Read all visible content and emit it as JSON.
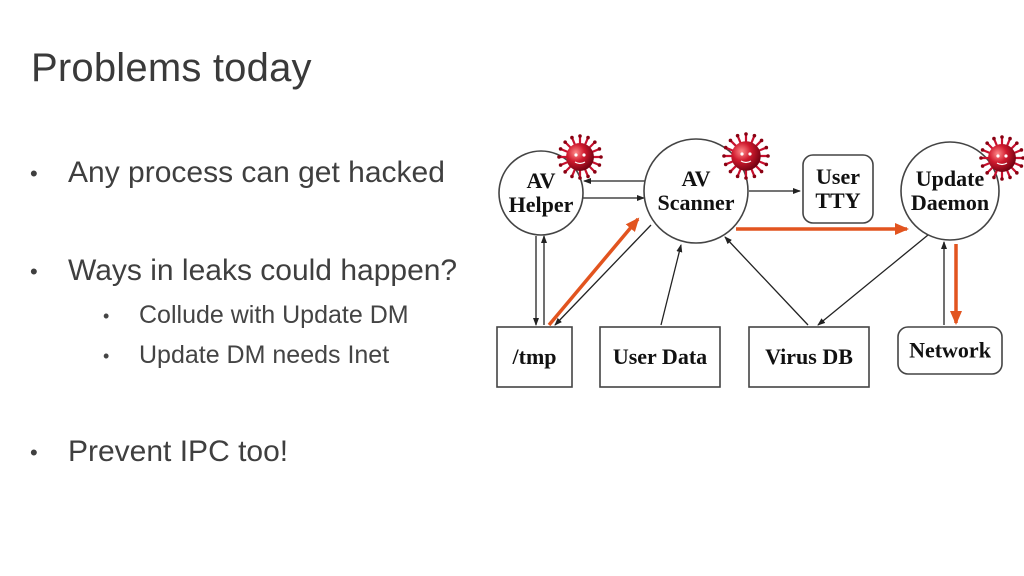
{
  "slide": {
    "title": "Problems today",
    "bullets": [
      {
        "text": "Any process can get hacked",
        "subitems": []
      },
      {
        "text": "Ways in leaks could happen?",
        "subitems": [
          "Collude with Update DM",
          "Update DM needs Inet"
        ]
      },
      {
        "text": "Prevent IPC too!",
        "subitems": []
      }
    ],
    "bullet_glyph": "•"
  },
  "diagram": {
    "colors": {
      "normal_edge": "#222222",
      "leak_edge": "#e2541f",
      "virus": "#c8102e"
    },
    "nodes": {
      "av_helper": {
        "lines": [
          "AV",
          "Helper"
        ],
        "shape": "circle",
        "hacked": true
      },
      "av_scanner": {
        "lines": [
          "AV",
          "Scanner"
        ],
        "shape": "circle",
        "hacked": true
      },
      "user_tty": {
        "lines": [
          "User",
          "TTY"
        ],
        "shape": "rounded-box",
        "hacked": false
      },
      "update_daemon": {
        "lines": [
          "Update",
          "Daemon"
        ],
        "shape": "circle",
        "hacked": true
      },
      "tmp": {
        "lines": [
          "/tmp"
        ],
        "shape": "box",
        "hacked": false
      },
      "user_data": {
        "lines": [
          "User Data"
        ],
        "shape": "box",
        "hacked": false
      },
      "virus_db": {
        "lines": [
          "Virus DB"
        ],
        "shape": "box",
        "hacked": false
      },
      "network": {
        "lines": [
          "Network"
        ],
        "shape": "rounded-box",
        "hacked": false
      }
    },
    "edges": [
      {
        "from": "av_scanner",
        "to": "av_helper",
        "kind": "normal"
      },
      {
        "from": "av_helper",
        "to": "av_scanner",
        "kind": "normal"
      },
      {
        "from": "av_scanner",
        "to": "user_tty",
        "kind": "normal"
      },
      {
        "from": "av_helper",
        "to": "tmp",
        "kind": "normal"
      },
      {
        "from": "tmp",
        "to": "av_helper",
        "kind": "normal"
      },
      {
        "from": "av_scanner",
        "to": "tmp",
        "kind": "normal"
      },
      {
        "from": "tmp",
        "to": "av_scanner",
        "kind": "leak"
      },
      {
        "from": "user_data",
        "to": "av_scanner",
        "kind": "normal"
      },
      {
        "from": "virus_db",
        "to": "av_scanner",
        "kind": "normal"
      },
      {
        "from": "av_scanner",
        "to": "update_daemon",
        "kind": "leak"
      },
      {
        "from": "update_daemon",
        "to": "virus_db",
        "kind": "normal"
      },
      {
        "from": "network",
        "to": "update_daemon",
        "kind": "normal"
      },
      {
        "from": "update_daemon",
        "to": "network",
        "kind": "leak"
      }
    ]
  }
}
